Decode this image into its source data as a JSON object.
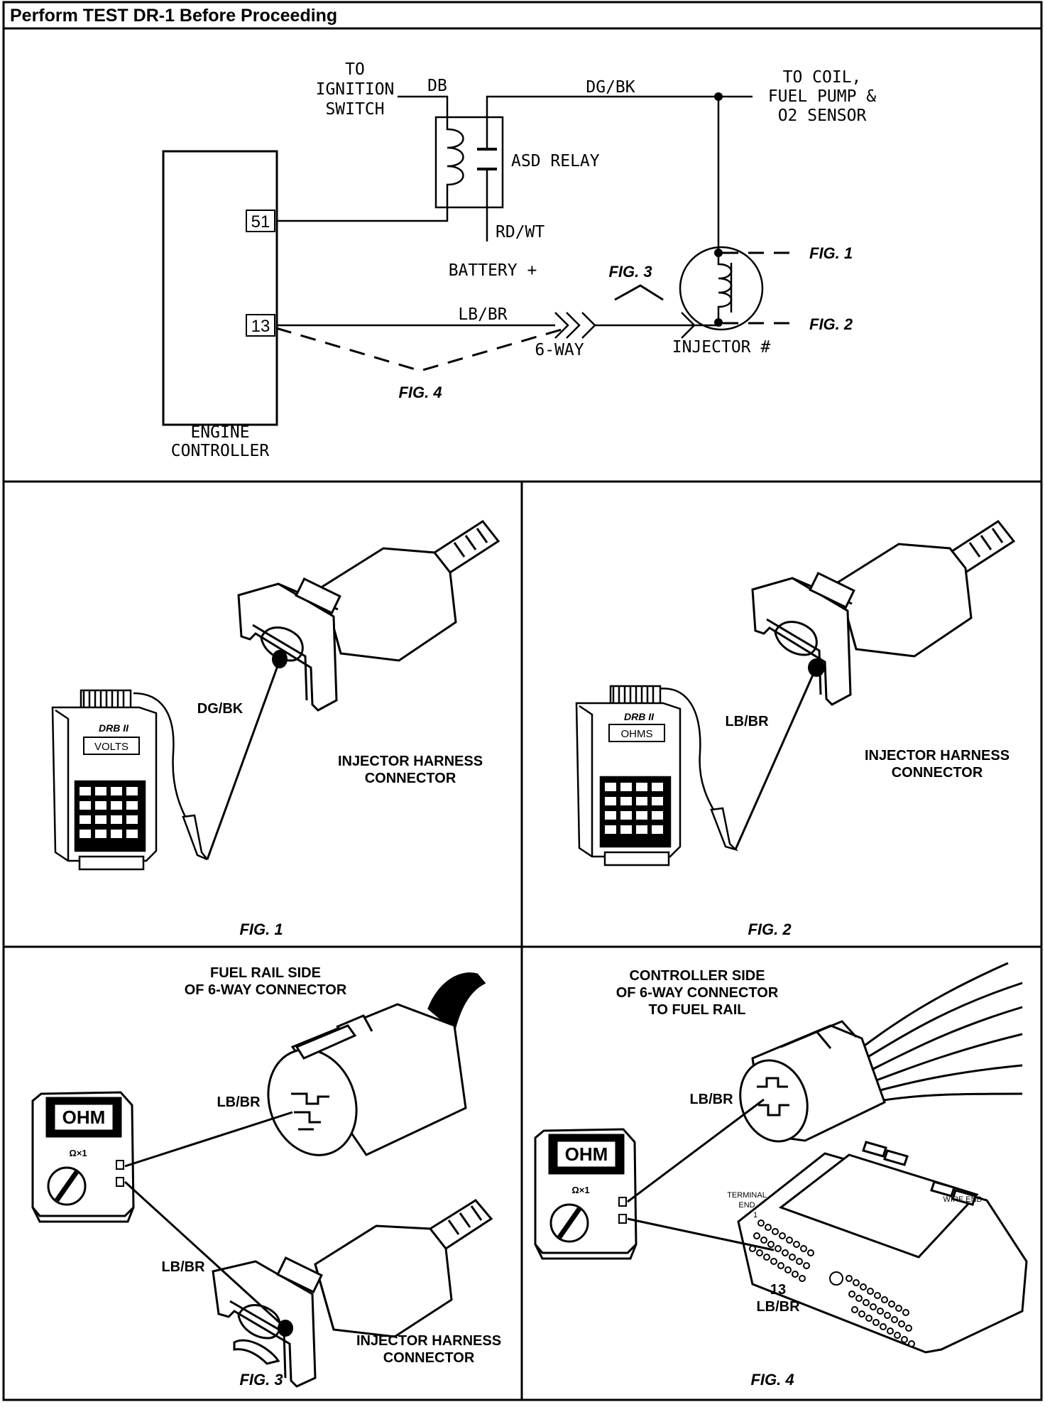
{
  "header": {
    "title": "Perform TEST DR-1 Before Proceeding"
  },
  "schematic": {
    "ignition_label": [
      "TO",
      "IGNITION",
      "SWITCH"
    ],
    "db_wire": "DB",
    "dgbk_wire": "DG/BK",
    "coil_label": [
      "TO COIL,",
      "FUEL PUMP &",
      "O2 SENSOR"
    ],
    "relay_label": "ASD RELAY",
    "rdwt_wire": "RD/WT",
    "battery_label": "BATTERY +",
    "pin_51": "51",
    "pin_13": "13",
    "lbbr_wire": "LB/BR",
    "sixway_label": "6-WAY",
    "injector_label": "INJECTOR #",
    "controller_label": [
      "ENGINE",
      "CONTROLLER"
    ],
    "fig1_ref": "FIG. 1",
    "fig2_ref": "FIG. 2",
    "fig3_ref": "FIG. 3",
    "fig4_ref": "FIG. 4"
  },
  "fig1": {
    "caption": "FIG. 1",
    "tester_brand": "DRB II",
    "display": "VOLTS",
    "wire": "DG/BK",
    "connector_label": [
      "INJECTOR HARNESS",
      "CONNECTOR"
    ]
  },
  "fig2": {
    "caption": "FIG. 2",
    "tester_brand": "DRB II",
    "display": "OHMS",
    "wire": "LB/BR",
    "connector_label": [
      "INJECTOR HARNESS",
      "CONNECTOR"
    ]
  },
  "fig3": {
    "caption": "FIG. 3",
    "title": [
      "FUEL RAIL SIDE",
      "OF 6-WAY   CONNECTOR"
    ],
    "meter_display": "OHM",
    "meter_range": "Ω×1",
    "wire_top": "LB/BR",
    "wire_bottom": "LB/BR",
    "connector_label": [
      "INJECTOR HARNESS",
      "CONNECTOR"
    ]
  },
  "fig4": {
    "caption": "FIG. 4",
    "title": [
      "CONTROLLER SIDE",
      "OF 6-WAY CONNECTOR",
      "TO FUEL RAIL"
    ],
    "meter_display": "OHM",
    "meter_range": "Ω×1",
    "wire": "LB/BR",
    "terminal_end": [
      "TERMINAL",
      "END"
    ],
    "terminal_one": "1",
    "wire_end": "WIRE END",
    "pin_number": "13",
    "pin_wire": "LB/BR"
  }
}
